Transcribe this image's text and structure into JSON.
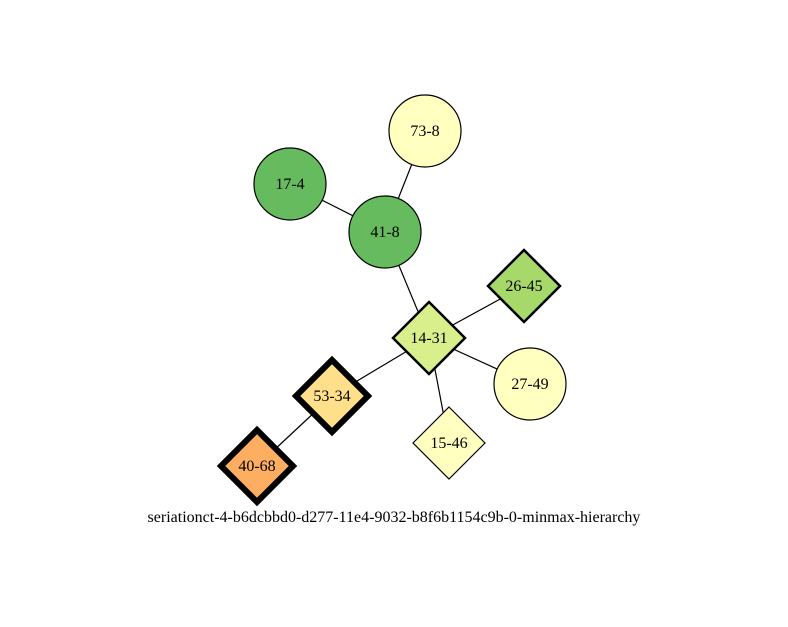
{
  "caption": "seriationct-4-b6dcbbd0-d277-11e4-9032-b8f6b1154c9b-0-minmax-hierarchy",
  "colors": {
    "dark_green": "#66bb5e",
    "light_green": "#a6d96a",
    "yellow_green": "#d9ef8b",
    "pale_yellow": "#ffffbf",
    "light_orange": "#fee08b",
    "orange": "#fdae61"
  },
  "nodes": [
    {
      "id": "n73-8",
      "label": "73-8",
      "shape": "circle",
      "fill": "#ffffbf",
      "border": "thin"
    },
    {
      "id": "n17-4",
      "label": "17-4",
      "shape": "circle",
      "fill": "#66bb5e",
      "border": "thin"
    },
    {
      "id": "n41-8",
      "label": "41-8",
      "shape": "circle",
      "fill": "#66bb5e",
      "border": "thin"
    },
    {
      "id": "n26-45",
      "label": "26-45",
      "shape": "diamond",
      "fill": "#a6d96a",
      "border": "medium"
    },
    {
      "id": "n14-31",
      "label": "14-31",
      "shape": "diamond",
      "fill": "#d9ef8b",
      "border": "medium"
    },
    {
      "id": "n27-49",
      "label": "27-49",
      "shape": "circle",
      "fill": "#ffffbf",
      "border": "thin"
    },
    {
      "id": "n53-34",
      "label": "53-34",
      "shape": "diamond",
      "fill": "#fee08b",
      "border": "thick"
    },
    {
      "id": "n15-46",
      "label": "15-46",
      "shape": "diamond",
      "fill": "#ffffbf",
      "border": "thin"
    },
    {
      "id": "n40-68",
      "label": "40-68",
      "shape": "diamond",
      "fill": "#fdae61",
      "border": "thick"
    }
  ],
  "edges": [
    {
      "from": "n73-8",
      "to": "n41-8"
    },
    {
      "from": "n17-4",
      "to": "n41-8"
    },
    {
      "from": "n41-8",
      "to": "n14-31"
    },
    {
      "from": "n26-45",
      "to": "n14-31"
    },
    {
      "from": "n14-31",
      "to": "n27-49"
    },
    {
      "from": "n14-31",
      "to": "n53-34"
    },
    {
      "from": "n14-31",
      "to": "n15-46"
    },
    {
      "from": "n53-34",
      "to": "n40-68"
    }
  ]
}
